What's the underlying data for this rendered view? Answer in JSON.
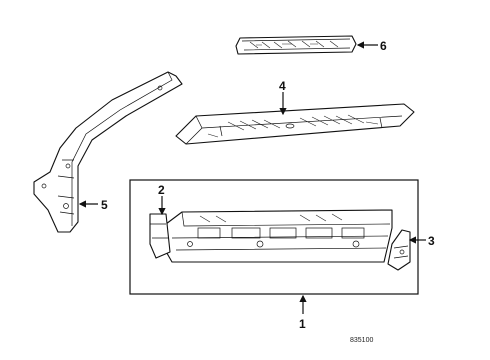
{
  "callouts": {
    "c1": "1",
    "c2": "2",
    "c3": "3",
    "c4": "4",
    "c5": "5",
    "c6": "6"
  },
  "diagram_code": "835100"
}
